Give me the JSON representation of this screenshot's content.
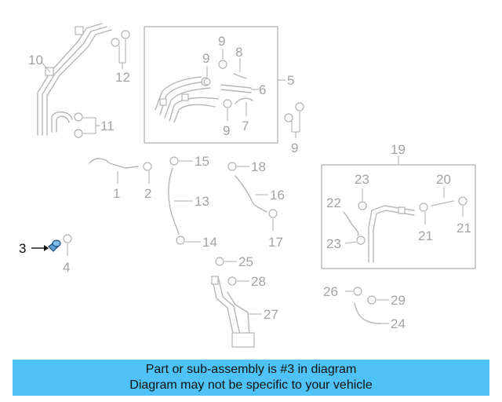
{
  "banner": {
    "line1": "Part or sub-assembly is #3 in diagram",
    "line2": "Diagram may not be specific to your vehicle"
  },
  "highlighted_part": "3",
  "labels": {
    "p1": "1",
    "p2": "2",
    "p3": "3",
    "p4": "4",
    "p5": "5",
    "p6": "6",
    "p7": "7",
    "p8": "8",
    "p9a": "9",
    "p9b": "9",
    "p9c": "9",
    "p9d": "9",
    "p10": "10",
    "p11": "11",
    "p12": "12",
    "p13": "13",
    "p14": "14",
    "p15": "15",
    "p16": "16",
    "p17": "17",
    "p18": "18",
    "p19": "19",
    "p20": "20",
    "p21a": "21",
    "p21b": "21",
    "p22": "22",
    "p23a": "23",
    "p23b": "23",
    "p24": "24",
    "p25": "25",
    "p26": "26",
    "p27": "27",
    "p28": "28",
    "p29": "29"
  },
  "colors": {
    "banner": "#4fc3f7",
    "lines": "#b3b3b3",
    "highlight": "#111111",
    "part3_fill": "#5aa0d8"
  }
}
